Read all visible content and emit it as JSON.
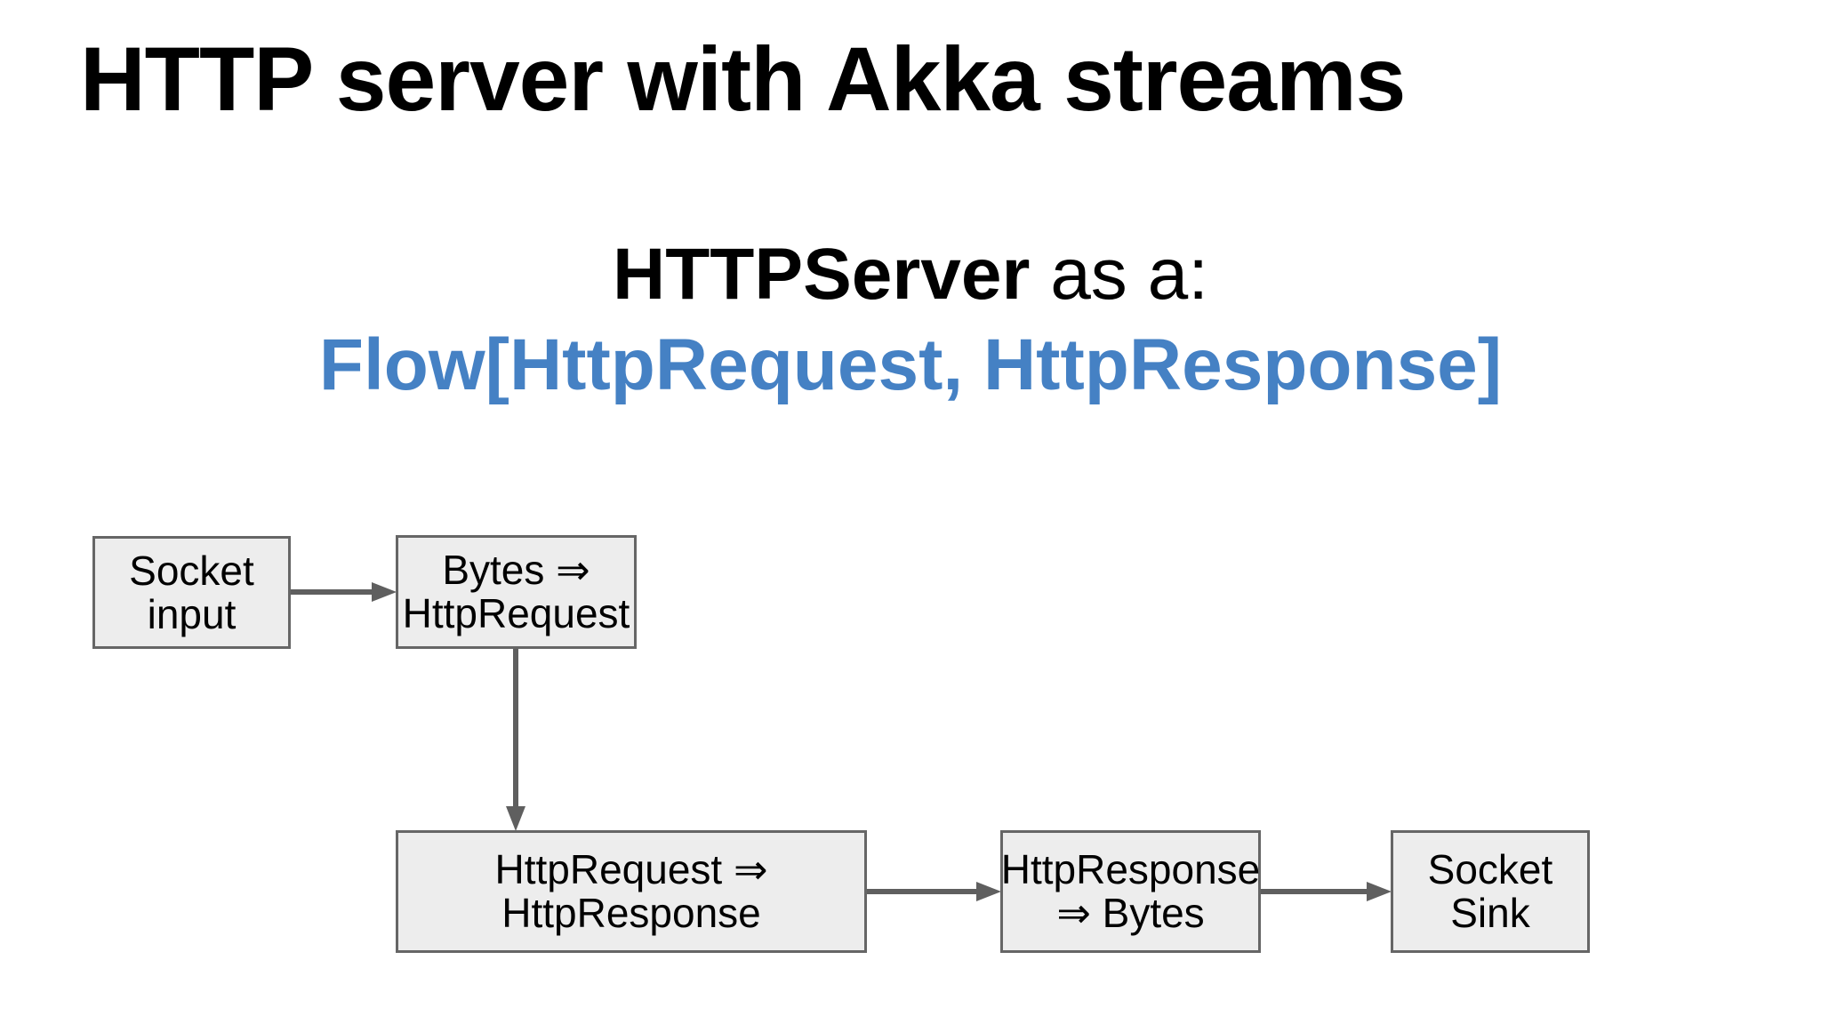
{
  "slide": {
    "title": "HTTP server with Akka streams",
    "subtitle": {
      "strong": "HTTPServer",
      "rest": " as a:"
    },
    "type_line": "Flow[HttpRequest, HttpResponse]"
  },
  "colors": {
    "background": "#ffffff",
    "title_text": "#000000",
    "accent_blue": "#4581c4",
    "box_fill": "#ededed",
    "box_border": "#666666",
    "arrow": "#5f5f5f"
  },
  "diagram": {
    "boxes": [
      {
        "id": "socket-input",
        "lines": [
          "Socket",
          "input"
        ]
      },
      {
        "id": "bytes-to-httprequest",
        "lines": [
          "Bytes ⇒",
          "HttpRequest"
        ]
      },
      {
        "id": "httprequest-to-httpresponse",
        "lines": [
          "HttpRequest ⇒",
          "HttpResponse"
        ]
      },
      {
        "id": "httpresponse-to-bytes",
        "lines": [
          "HttpResponse",
          "⇒ Bytes"
        ]
      },
      {
        "id": "socket-sink",
        "lines": [
          "Socket",
          "Sink"
        ]
      }
    ],
    "connectors": [
      {
        "from": "socket-input",
        "to": "bytes-to-httprequest",
        "direction": "right"
      },
      {
        "from": "bytes-to-httprequest",
        "to": "httprequest-to-httpresponse",
        "direction": "down"
      },
      {
        "from": "httprequest-to-httpresponse",
        "to": "httpresponse-to-bytes",
        "direction": "right"
      },
      {
        "from": "httpresponse-to-bytes",
        "to": "socket-sink",
        "direction": "right"
      }
    ]
  }
}
